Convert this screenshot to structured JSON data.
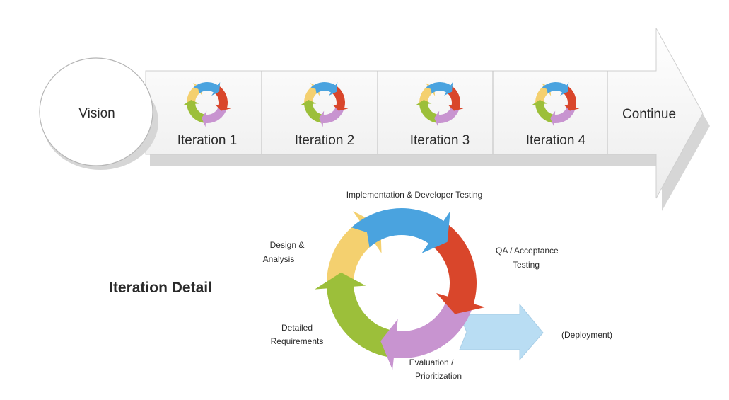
{
  "timeline": {
    "vision_label": "Vision",
    "iterations": [
      {
        "label": "Iteration 1"
      },
      {
        "label": "Iteration 2"
      },
      {
        "label": "Iteration 3"
      },
      {
        "label": "Iteration 4"
      }
    ],
    "continue_label": "Continue"
  },
  "detail": {
    "title": "Iteration Detail",
    "labels": {
      "implementation": "Implementation & Developer Testing",
      "qa_line1": "QA / Acceptance",
      "qa_line2": "Testing",
      "design_line1": "Design &",
      "design_line2": "Analysis",
      "requirements_line1": "Detailed",
      "requirements_line2": "Requirements",
      "evaluation_line1": "Evaluation /",
      "evaluation_line2": "Prioritization",
      "deployment": "(Deployment)"
    }
  },
  "colors": {
    "blue": "#4aa3df",
    "red": "#d9462b",
    "purple": "#c894d0",
    "green": "#9cbf3a",
    "yellow": "#f4d06f",
    "light_blue": "#b9ddf3",
    "box_fill": "#f7f7f7",
    "shadow": "#d2d2d2"
  }
}
